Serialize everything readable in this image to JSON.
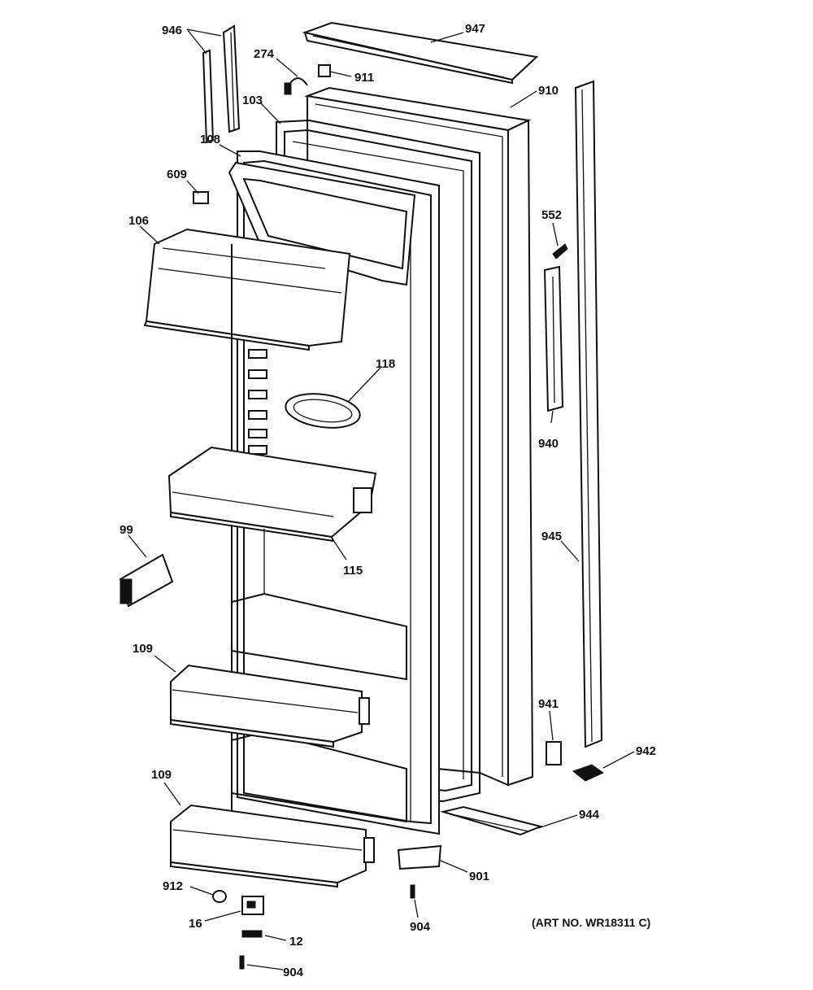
{
  "diagram": {
    "labels": {
      "p946": "946",
      "p274": "274",
      "p911": "911",
      "p947": "947",
      "p910": "910",
      "p103": "103",
      "p108": "108",
      "p609": "609",
      "p106": "106",
      "p552": "552",
      "p118": "118",
      "p940": "940",
      "p99": "99",
      "p115": "115",
      "p945": "945",
      "p109a": "109",
      "p941": "941",
      "p942": "942",
      "p109b": "109",
      "p944": "944",
      "p901": "901",
      "p912": "912",
      "p16": "16",
      "p904a": "904",
      "p12": "12",
      "p904b": "904"
    },
    "art_number": "(ART NO. WR18311 C)"
  }
}
